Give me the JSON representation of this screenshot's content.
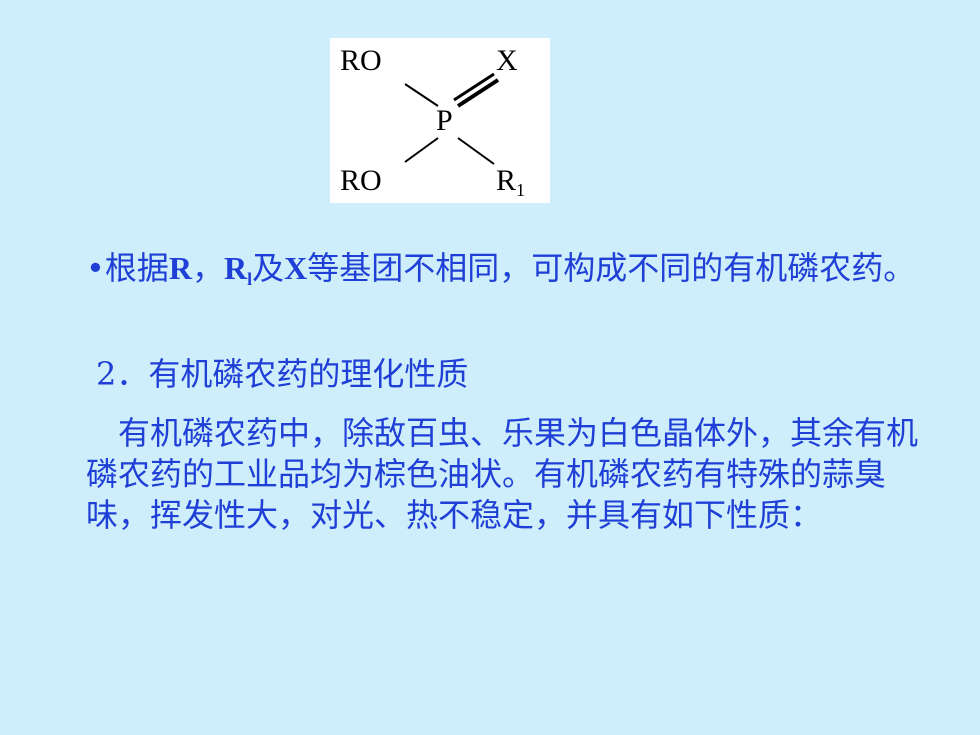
{
  "structure": {
    "atoms": {
      "top_left": "RO",
      "top_right": "X",
      "center": "P",
      "bottom_left": "RO",
      "bottom_right": "R",
      "bottom_right_sub": "1"
    }
  },
  "bullet": {
    "marker": "•",
    "part1": "根据",
    "r": "R",
    "sep": "，",
    "r1": "R",
    "r1_sub": "l",
    "part2": "及",
    "x": "X",
    "part3": "等基团不相同，可构成不同的有机磷农药。"
  },
  "heading": "2．有机磷农药的理化性质",
  "paragraph": "　有机磷农药中，除敌百虫、乐果为白色晶体外，其余有机磷农药的工业品均为棕色油状。有机磷农药有特殊的蒜臭味，挥发性大，对光、热不稳定，并具有如下性质："
}
